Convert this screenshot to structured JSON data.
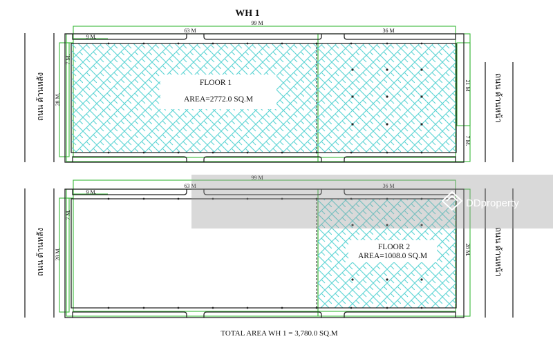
{
  "title": "WH 1",
  "road_left": "ถนน ด้านหลัง",
  "road_right": "ถนน ด้านหน้า",
  "floors": [
    {
      "name": "FLOOR 1",
      "area": "AREA=2772.0 SQ.M",
      "dims": {
        "total_width": "99 M",
        "left_width": "63 M",
        "right_width": "36 M",
        "bay": "9 M.",
        "corner": "7 M.",
        "depth": "28 M.",
        "right_depth": "21 M",
        "right_corner": "7 M."
      }
    },
    {
      "name": "FLOOR 2",
      "area": "AREA=1008.0 SQ.M",
      "dims": {
        "total_width": "99 M",
        "left_width": "63 M",
        "right_width": "36 M",
        "bay": "9 M.",
        "corner": "7 M.",
        "depth": "28 M.",
        "right_depth": "28 M."
      }
    }
  ],
  "total": "TOTAL AREA  WH 1 = 3,780.0  SQ.M",
  "watermark": "DDproperty",
  "colors": {
    "hatch": "#63d6d6",
    "dim_line": "#39b839",
    "wall": "#222222",
    "watermark": "#9a9a9a"
  }
}
